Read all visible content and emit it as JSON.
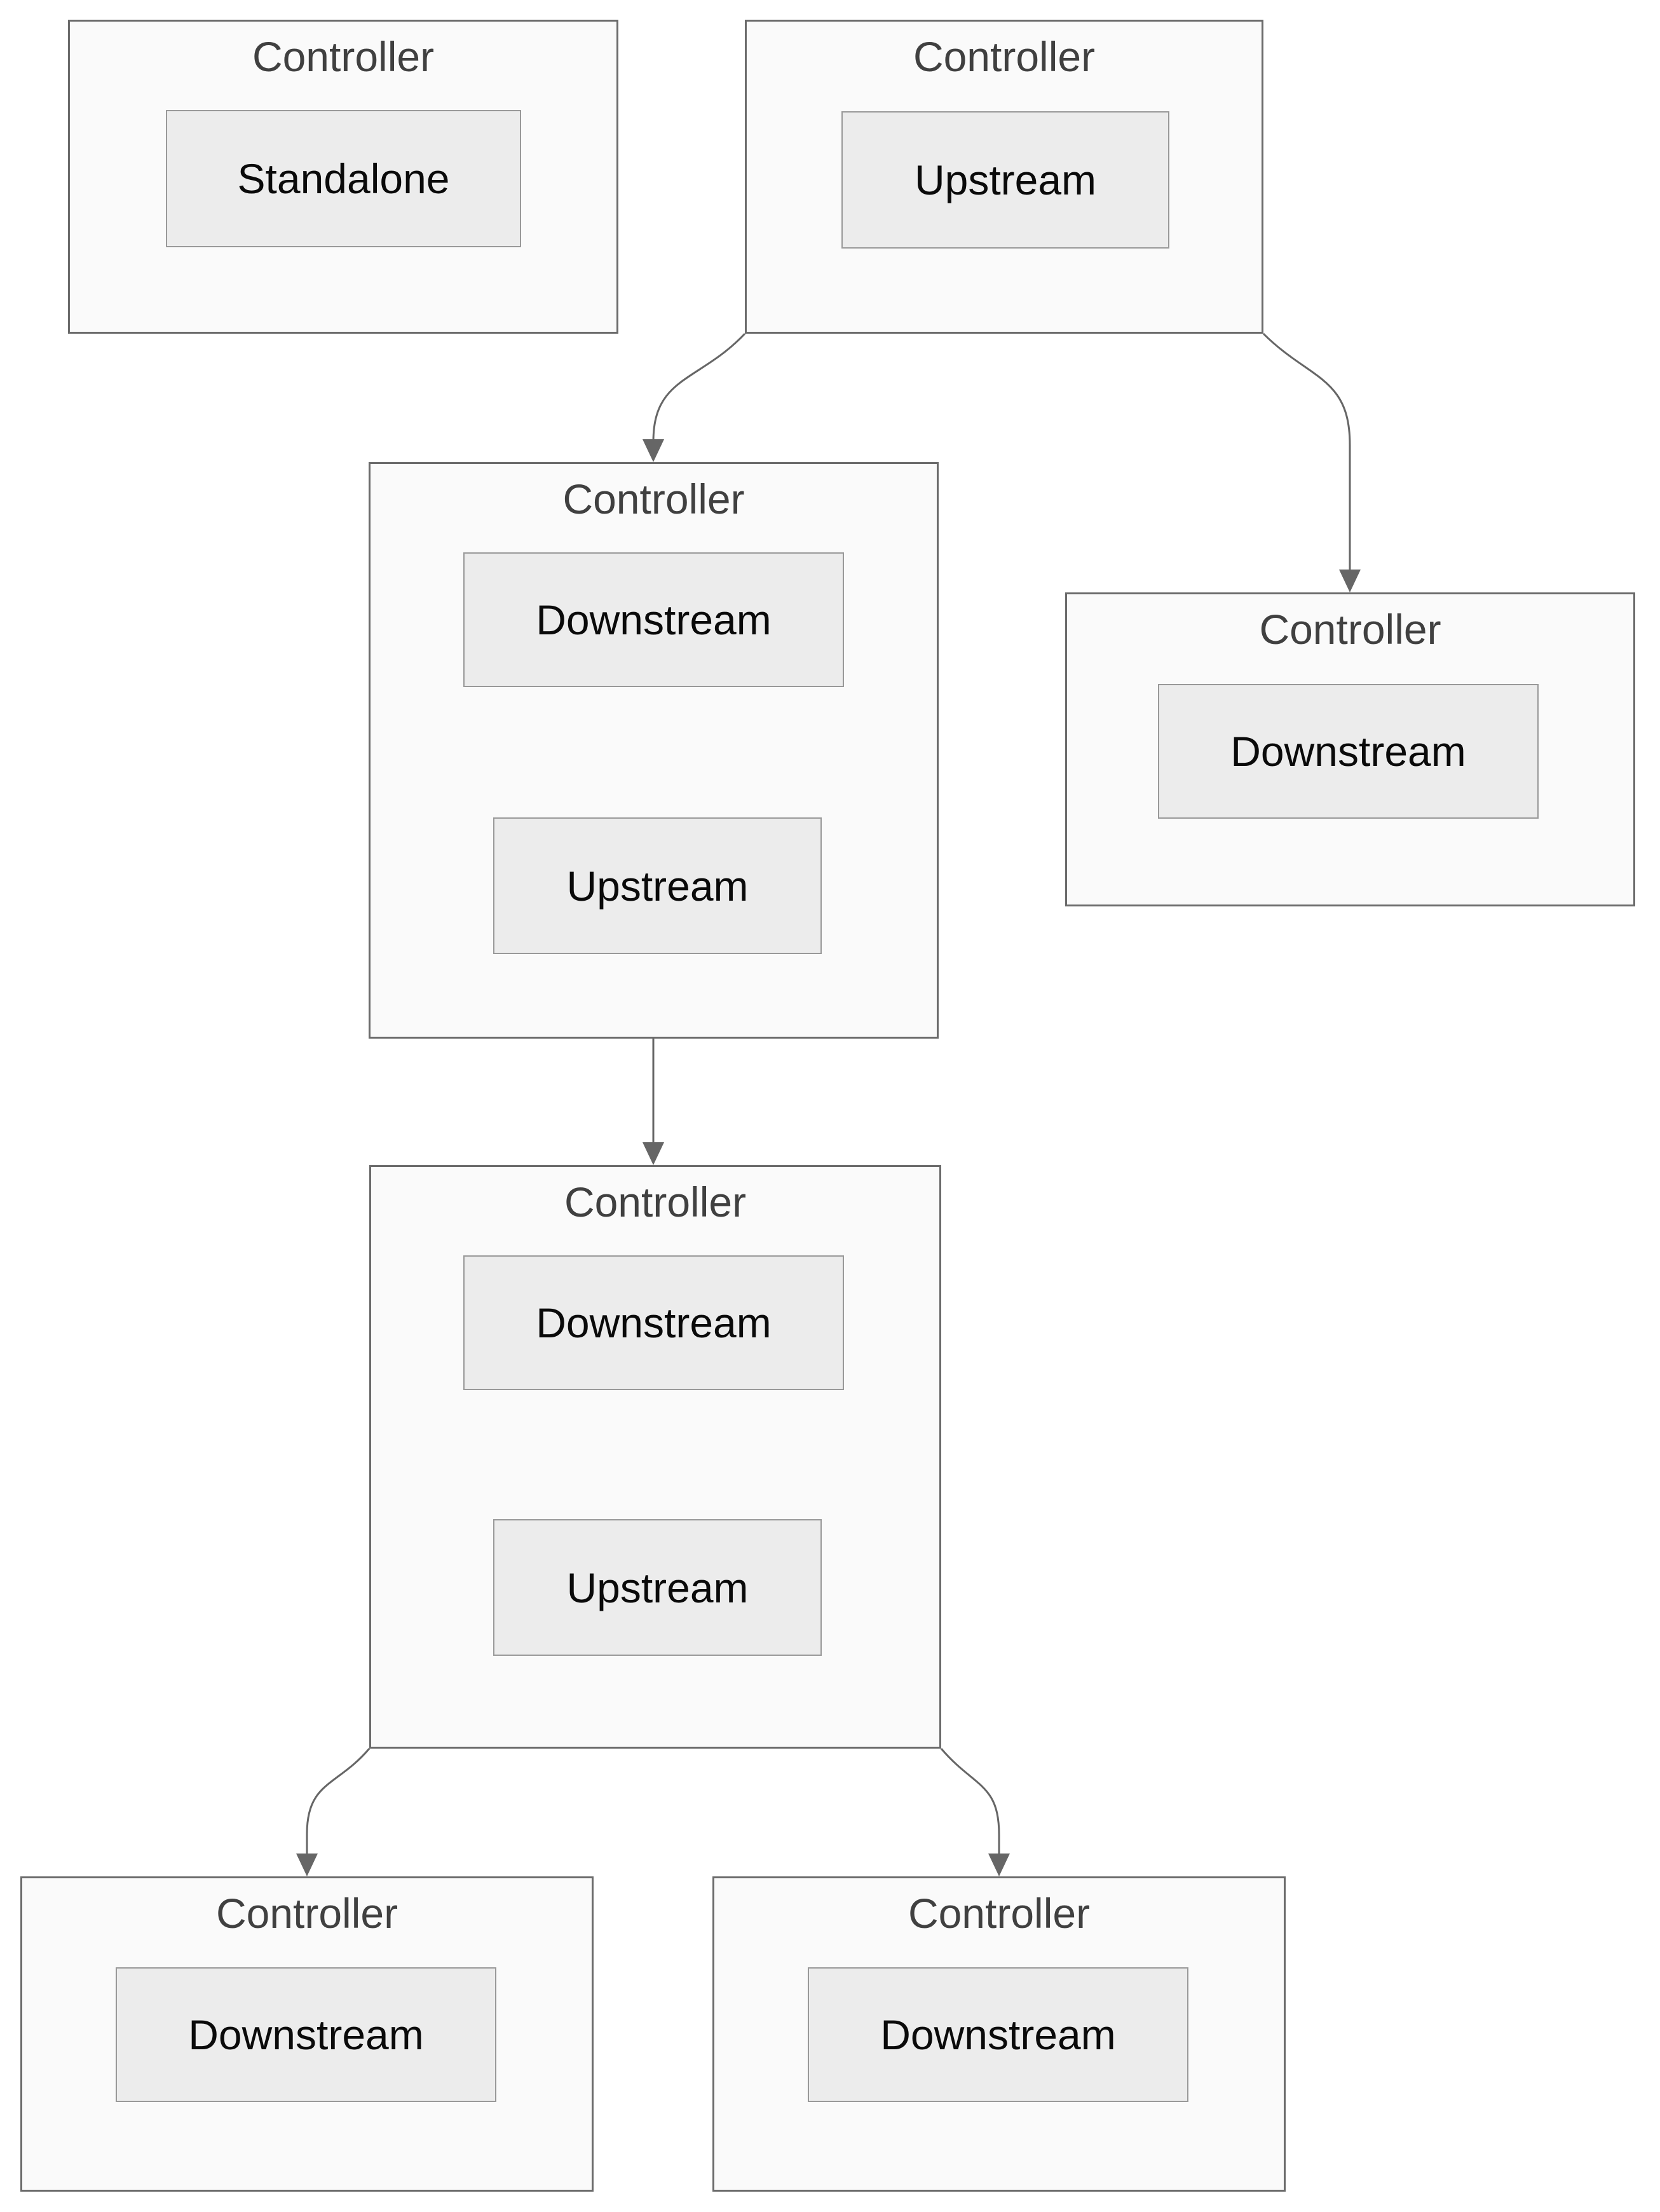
{
  "diagram_type": "controller-hierarchy-flowchart",
  "colors": {
    "background": "#ffffff",
    "container_fill": "#fafafa",
    "container_border": "#6b6b6b",
    "child_fill": "#ececec",
    "child_border": "#999999",
    "title_text": "#404040",
    "child_text": "#0a0a0a",
    "arrow": "#666666"
  },
  "nodes": [
    {
      "id": "controller-standalone",
      "title": "Controller",
      "children": [
        "Standalone"
      ]
    },
    {
      "id": "controller-upstream-root",
      "title": "Controller",
      "children": [
        "Upstream"
      ]
    },
    {
      "id": "controller-mid-1",
      "title": "Controller",
      "children": [
        "Downstream",
        "Upstream"
      ]
    },
    {
      "id": "controller-right-leaf",
      "title": "Controller",
      "children": [
        "Downstream"
      ]
    },
    {
      "id": "controller-mid-2",
      "title": "Controller",
      "children": [
        "Downstream",
        "Upstream"
      ]
    },
    {
      "id": "controller-bottom-left",
      "title": "Controller",
      "children": [
        "Downstream"
      ]
    },
    {
      "id": "controller-bottom-right",
      "title": "Controller",
      "children": [
        "Downstream"
      ]
    }
  ],
  "edges": [
    {
      "from": "controller-upstream-root",
      "to": "controller-mid-1"
    },
    {
      "from": "controller-upstream-root",
      "to": "controller-right-leaf"
    },
    {
      "from": "controller-mid-1",
      "to": "controller-mid-2"
    },
    {
      "from": "controller-mid-2",
      "to": "controller-bottom-left"
    },
    {
      "from": "controller-mid-2",
      "to": "controller-bottom-right"
    }
  ]
}
